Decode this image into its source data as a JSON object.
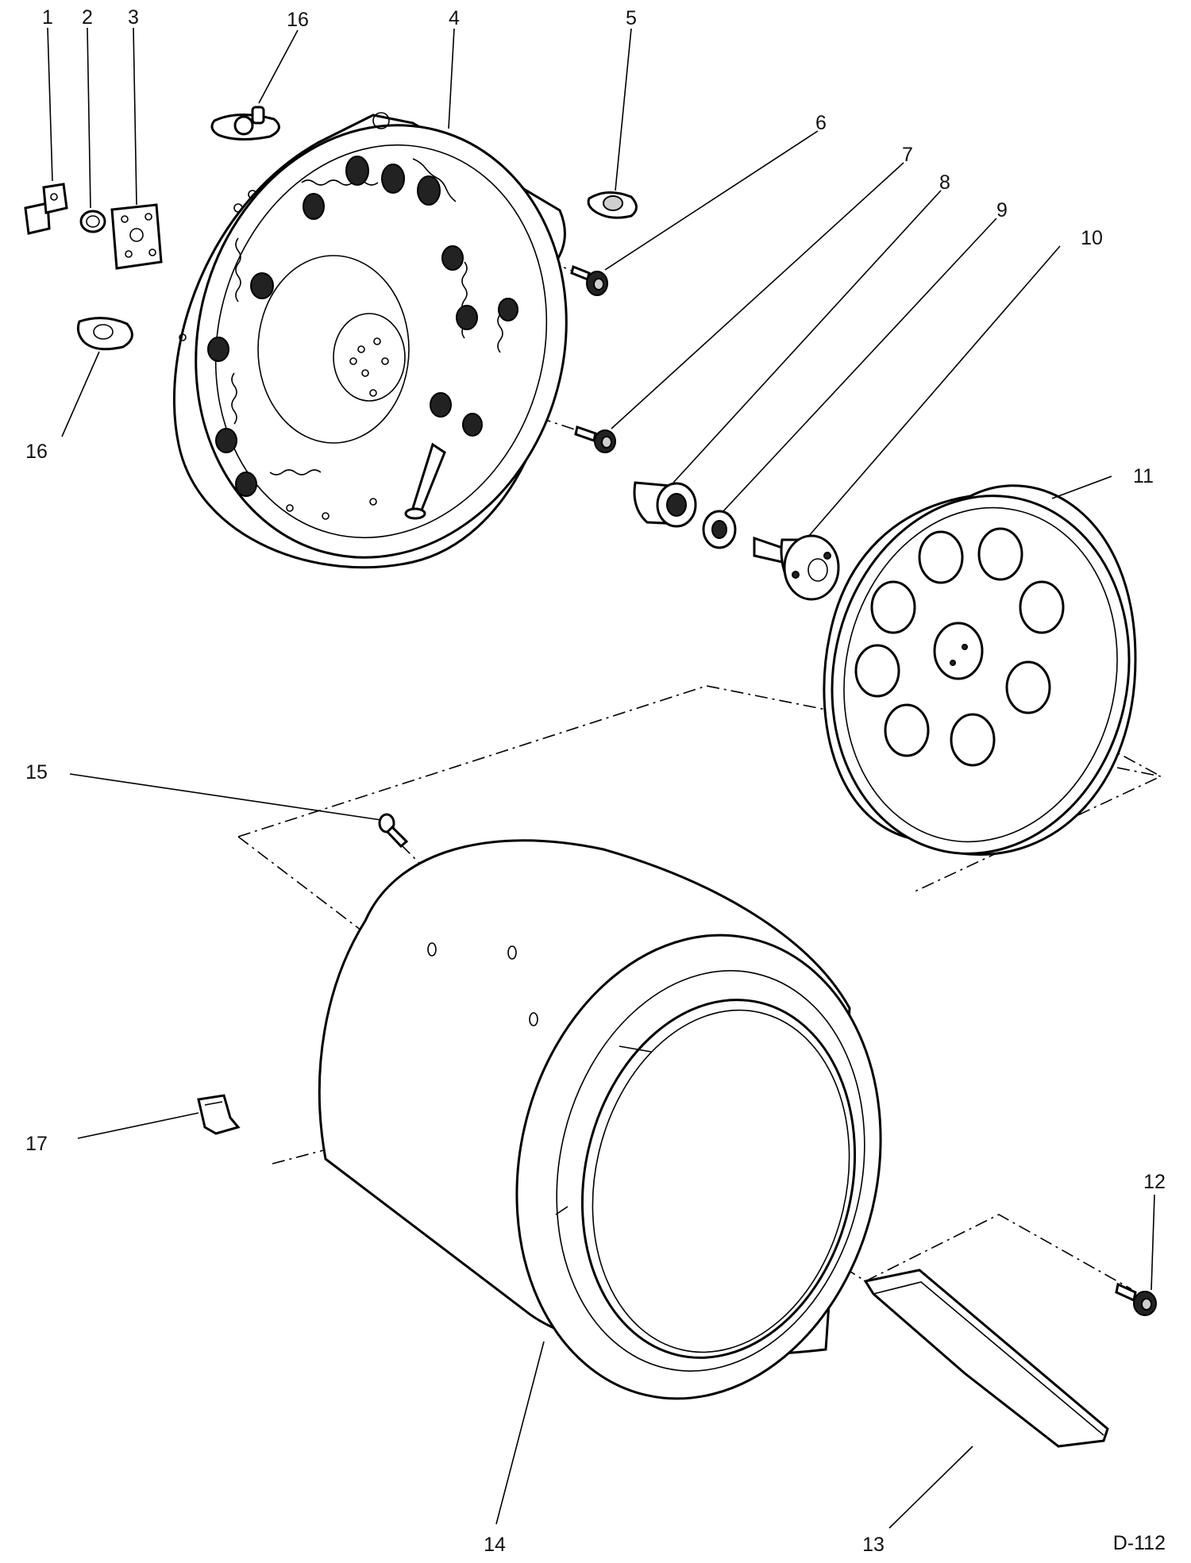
{
  "document_id": "D-112",
  "callouts": {
    "c1": "1",
    "c2": "2",
    "c3": "3",
    "c4": "4",
    "c5": "5",
    "c6": "6",
    "c7": "7",
    "c8": "8",
    "c9": "9",
    "c10": "10",
    "c11": "11",
    "c12": "12",
    "c13": "13",
    "c14": "14",
    "c15": "15",
    "c16a": "16",
    "c16b": "16",
    "c17": "17"
  }
}
